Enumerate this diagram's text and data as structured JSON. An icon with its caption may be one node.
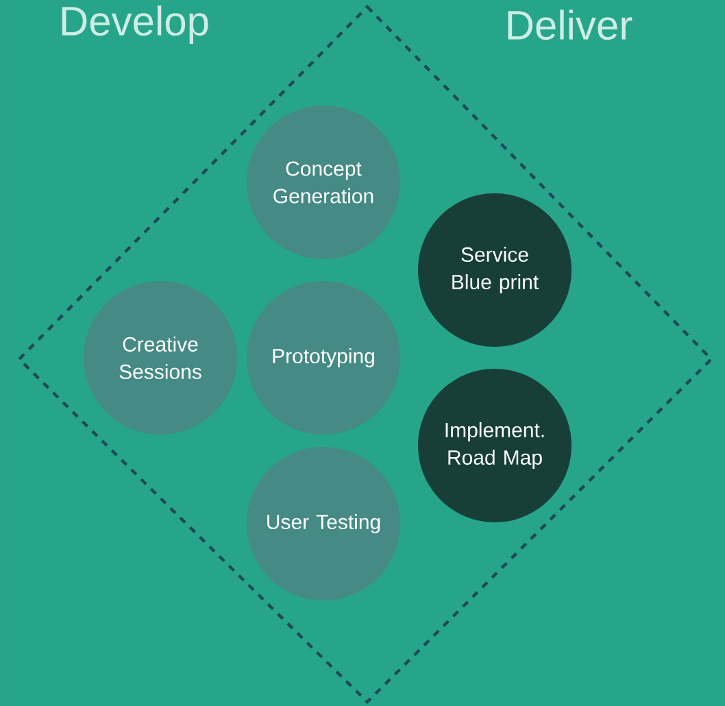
{
  "diagram": {
    "nodes": [
      {
        "text": [
          "Concept Generation"
        ]
      },
      {
        "text": [
          "Creative Sessions"
        ]
      },
      {
        "text": [
          "Prototyping"
        ]
      },
      {
        "text": [
          "User Testing"
        ]
      },
      {
        "text": [
          "Service Blue print"
        ]
      },
      {
        "text": [
          "Implement. Road Map"
        ]
      }
    ],
    "labels": [
      "Develop",
      "Deliver"
    ]
  }
}
